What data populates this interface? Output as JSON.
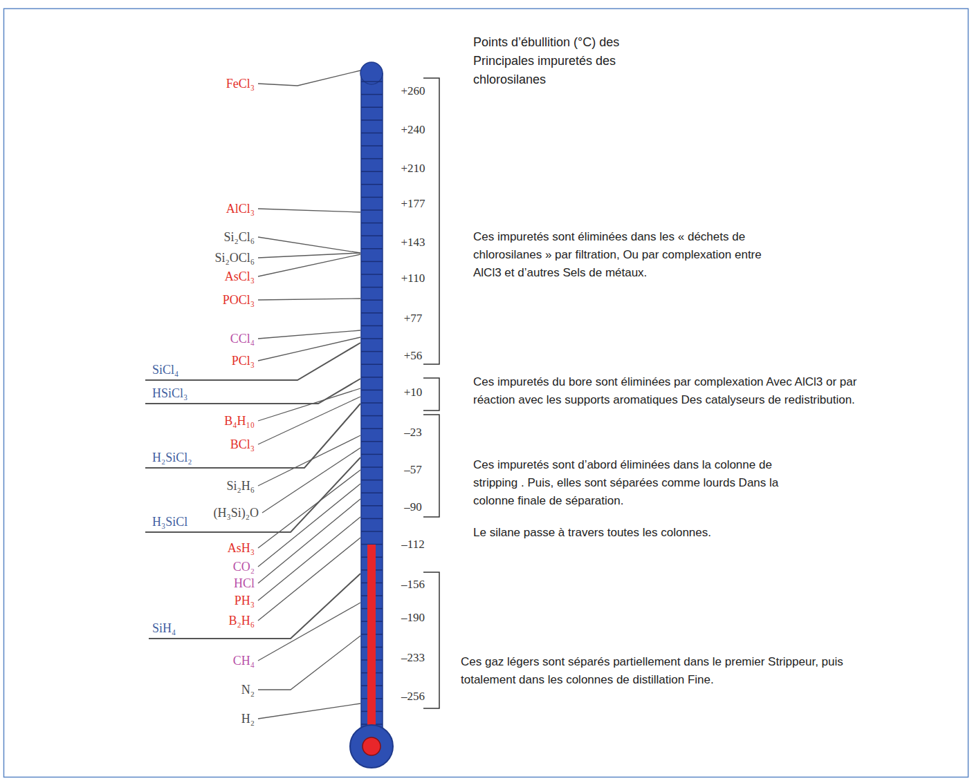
{
  "diagram": {
    "title": "Points d’ébullition (°C) des Principales impuretés des chlorosilanes",
    "labels": [
      "FeCl₃",
      "AlCl₃",
      "Si₂Cl₆",
      "Si₂OCl₆",
      "AsCl₃",
      "POCl₃",
      "CCl₄",
      "PCl₃",
      "SiCl₄",
      "HSiCl₃",
      "B₄H₁₀",
      "BCl₃",
      "H₂SiCl₂",
      "Si₂H₆",
      "H₃SiCl",
      "(H₃Si)₂O",
      "AsH₃",
      "CO₂",
      "HCl",
      "PH₃",
      "B₂H₆",
      "SiH₄",
      "CH₄",
      "N₂",
      "H₂",
      "+260",
      "+240",
      "+210",
      "+177",
      "+143",
      "+110",
      "+77",
      "+56",
      "+10",
      "–23",
      "–57",
      "–90",
      "–112",
      "–156",
      "–190",
      "–233",
      "–256",
      "Ces impuretés sont éliminées dans les « déchets de chlorosilanes » par filtration, Ou par complexation entre AlCl3 et d’autres Sels de métaux.",
      "Ces impuretés du bore sont éliminées par complexation Avec AlCl3 or par réaction avec les supports aromatiques Des catalyseurs de redistribution.",
      "Ces impuretés sont d’abord éliminées dans la colonne de stripping . Puis, elles sont séparées comme lourds Dans la colonne finale de séparation.",
      "Le silane passe à travers toutes les colonnes.",
      "Ces gaz légers sont séparés partiellement dans le premier Strippeur, puis totalement dans les colonnes de distillation Fine."
    ]
  }
}
